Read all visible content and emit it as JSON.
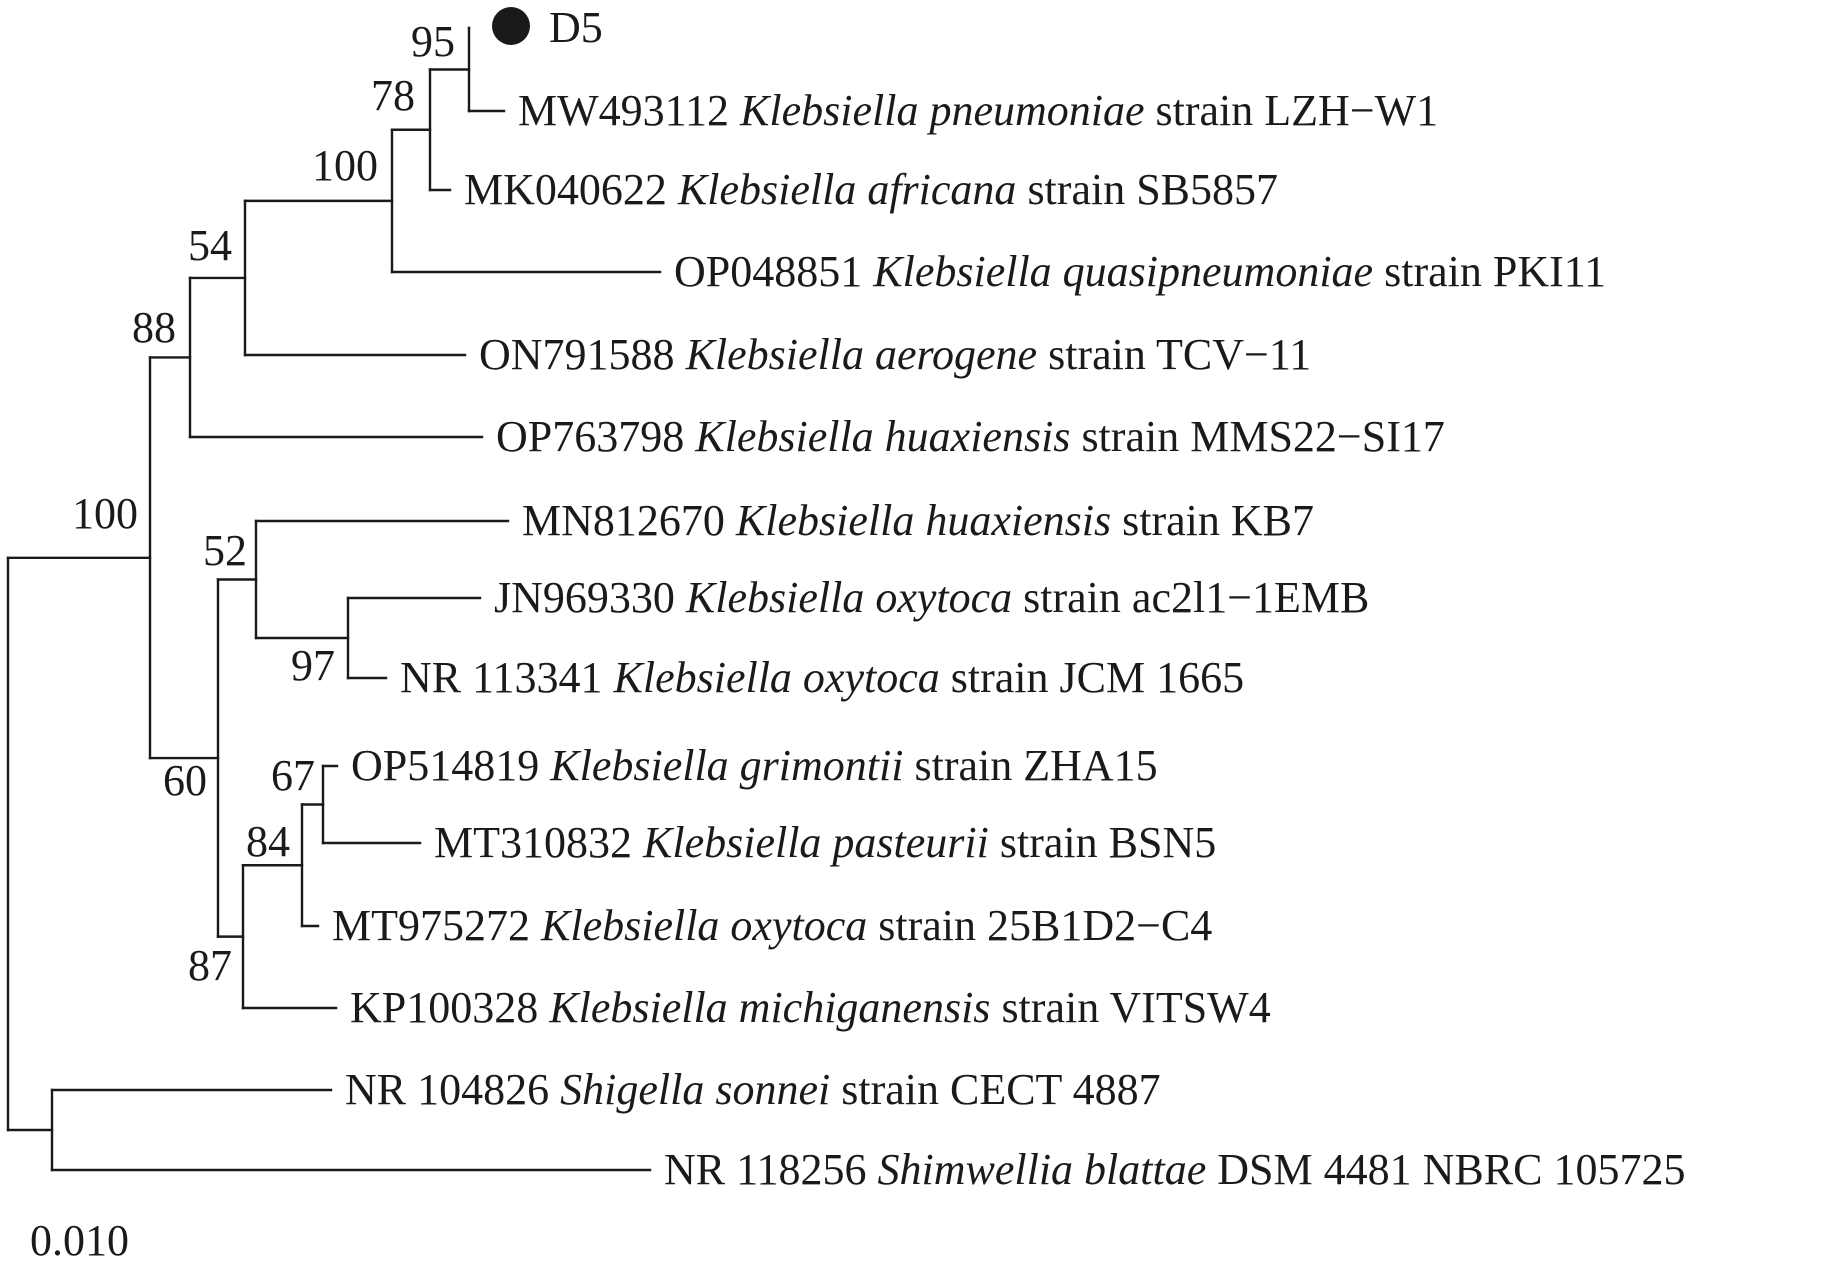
{
  "tree": {
    "scale_label": "0.010",
    "marker_color": "#1a1a1a",
    "leaves": [
      {
        "id": "D5",
        "parts": [
          {
            "t": "D5",
            "i": false
          }
        ],
        "marker": true
      },
      {
        "id": "MW493112",
        "parts": [
          {
            "t": "MW493112 ",
            "i": false
          },
          {
            "t": "Klebsiella pneumoniae",
            "i": true
          },
          {
            "t": " strain LZH−W1",
            "i": false
          }
        ]
      },
      {
        "id": "MK040622",
        "parts": [
          {
            "t": "MK040622 ",
            "i": false
          },
          {
            "t": "Klebsiella africana",
            "i": true
          },
          {
            "t": " strain SB5857",
            "i": false
          }
        ]
      },
      {
        "id": "OP048851",
        "parts": [
          {
            "t": "OP048851 ",
            "i": false
          },
          {
            "t": "Klebsiella quasipneumoniae",
            "i": true
          },
          {
            "t": " strain PKI11",
            "i": false
          }
        ]
      },
      {
        "id": "ON791588",
        "parts": [
          {
            "t": "ON791588 ",
            "i": false
          },
          {
            "t": "Klebsiella aerogene",
            "i": true
          },
          {
            "t": " strain TCV−11",
            "i": false
          }
        ]
      },
      {
        "id": "OP763798",
        "parts": [
          {
            "t": "OP763798 ",
            "i": false
          },
          {
            "t": "Klebsiella huaxiensis",
            "i": true
          },
          {
            "t": " strain MMS22−SI17",
            "i": false
          }
        ]
      },
      {
        "id": "MN812670",
        "parts": [
          {
            "t": "MN812670 ",
            "i": false
          },
          {
            "t": "Klebsiella huaxiensis",
            "i": true
          },
          {
            "t": " strain KB7",
            "i": false
          }
        ]
      },
      {
        "id": "JN969330",
        "parts": [
          {
            "t": "JN969330 ",
            "i": false
          },
          {
            "t": "Klebsiella oxytoca",
            "i": true
          },
          {
            "t": " strain ac2l1−1EMB",
            "i": false
          }
        ]
      },
      {
        "id": "NR113341",
        "parts": [
          {
            "t": "NR 113341 ",
            "i": false
          },
          {
            "t": "Klebsiella oxytoca",
            "i": true
          },
          {
            "t": " strain JCM 1665",
            "i": false
          }
        ]
      },
      {
        "id": "OP514819",
        "parts": [
          {
            "t": "OP514819 ",
            "i": false
          },
          {
            "t": "Klebsiella grimontii",
            "i": true
          },
          {
            "t": " strain ZHA15",
            "i": false
          }
        ]
      },
      {
        "id": "MT310832",
        "parts": [
          {
            "t": "MT310832 ",
            "i": false
          },
          {
            "t": "Klebsiella pasteurii",
            "i": true
          },
          {
            "t": " strain BSN5",
            "i": false
          }
        ]
      },
      {
        "id": "MT975272",
        "parts": [
          {
            "t": "MT975272 ",
            "i": false
          },
          {
            "t": "Klebsiella oxytoca",
            "i": true
          },
          {
            "t": " strain 25B1D2−C4",
            "i": false
          }
        ]
      },
      {
        "id": "KP100328",
        "parts": [
          {
            "t": "KP100328 ",
            "i": false
          },
          {
            "t": "Klebsiella michiganensis",
            "i": true
          },
          {
            "t": " strain VITSW4",
            "i": false
          }
        ]
      },
      {
        "id": "NR104826",
        "parts": [
          {
            "t": "NR 104826 ",
            "i": false
          },
          {
            "t": "Shigella sonnei",
            "i": true
          },
          {
            "t": " strain CECT 4887",
            "i": false
          }
        ]
      },
      {
        "id": "NR118256",
        "parts": [
          {
            "t": "NR 118256 ",
            "i": false
          },
          {
            "t": "Shimwellia blattae",
            "i": true
          },
          {
            "t": " DSM 4481 NBRC 105725",
            "i": false
          }
        ]
      }
    ],
    "nodes": [
      {
        "id": "n95",
        "bootstrap": "95",
        "children": [
          "D5",
          "MW493112"
        ]
      },
      {
        "id": "n78",
        "bootstrap": "78",
        "children": [
          "n95",
          "MK040622"
        ]
      },
      {
        "id": "n100a",
        "bootstrap": "100",
        "children": [
          "n78",
          "OP048851"
        ]
      },
      {
        "id": "n54",
        "bootstrap": "54",
        "children": [
          "n100a",
          "ON791588"
        ]
      },
      {
        "id": "n88",
        "bootstrap": "88",
        "children": [
          "n54",
          "OP763798"
        ]
      },
      {
        "id": "n97",
        "bootstrap": "97",
        "children": [
          "JN969330",
          "NR113341"
        ]
      },
      {
        "id": "n52",
        "bootstrap": "52",
        "children": [
          "MN812670",
          "n97"
        ]
      },
      {
        "id": "n67",
        "bootstrap": "67",
        "children": [
          "OP514819",
          "MT310832"
        ]
      },
      {
        "id": "n84",
        "bootstrap": "84",
        "children": [
          "n67",
          "MT975272"
        ]
      },
      {
        "id": "n87",
        "bootstrap": "87",
        "children": [
          "n84",
          "KP100328"
        ]
      },
      {
        "id": "n60",
        "bootstrap": "60",
        "children": [
          "n52",
          "n87"
        ]
      },
      {
        "id": "n100b",
        "bootstrap": "100",
        "children": [
          "n88",
          "n60"
        ]
      },
      {
        "id": "nout",
        "bootstrap": "",
        "children": [
          "NR104826",
          "NR118256"
        ]
      },
      {
        "id": "root",
        "bootstrap": "",
        "children": [
          "n100b",
          "nout"
        ]
      }
    ]
  }
}
